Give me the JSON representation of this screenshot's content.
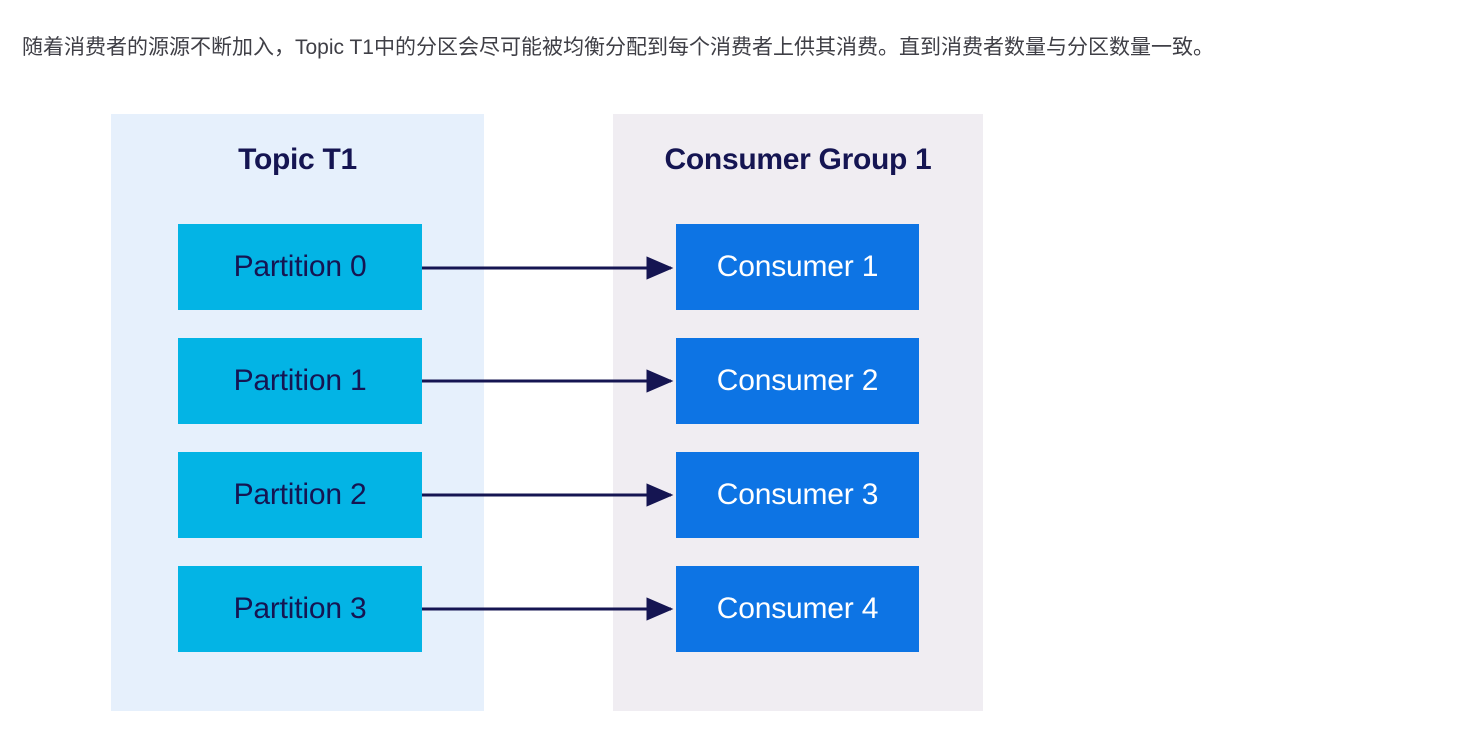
{
  "caption": {
    "text": "随着消费者的源源不断加入，Topic T1中的分区会尽可能被均衡分配到每个消费者上供其消费。直到消费者数量与分区数量一致。"
  },
  "colors": {
    "page_background": "#ffffff",
    "caption_text": "#3f3f46",
    "panel_left_background": "#e6f0fc",
    "panel_right_background": "#f0edf2",
    "partition_box": "#03b4e5",
    "partition_text": "#151552",
    "consumer_box": "#0d74e4",
    "consumer_text": "#ffffff",
    "title_text": "#151552",
    "arrow": "#151552"
  },
  "diagram": {
    "type": "flow",
    "panels": [
      {
        "id": "topic",
        "title": "Topic T1",
        "nodes": [
          {
            "label": "Partition 0"
          },
          {
            "label": "Partition 1"
          },
          {
            "label": "Partition 2"
          },
          {
            "label": "Partition 3"
          }
        ]
      },
      {
        "id": "consumer-group",
        "title": "Consumer Group 1",
        "nodes": [
          {
            "label": "Consumer 1"
          },
          {
            "label": "Consumer 2"
          },
          {
            "label": "Consumer 3"
          },
          {
            "label": "Consumer 4"
          }
        ]
      }
    ],
    "connections": [
      {
        "from": "Partition 0",
        "to": "Consumer 1"
      },
      {
        "from": "Partition 1",
        "to": "Consumer 2"
      },
      {
        "from": "Partition 2",
        "to": "Consumer 3"
      },
      {
        "from": "Partition 3",
        "to": "Consumer 4"
      }
    ]
  }
}
